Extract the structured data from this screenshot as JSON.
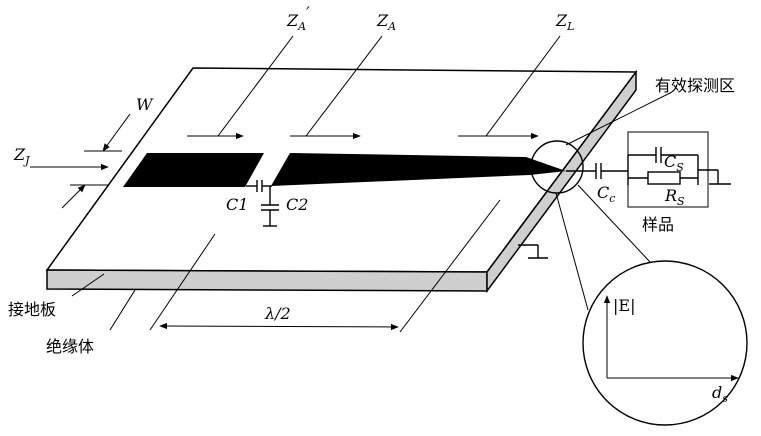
{
  "labels": {
    "z_a_prime": "Z",
    "z_a_prime_sub": "A",
    "z_a_prime_mark": "′",
    "z_a": "Z",
    "z_a_sub": "A",
    "z_l": "Z",
    "z_l_sub": "L",
    "z_j": "Z",
    "z_j_sub": "J",
    "w": "W",
    "c1": "C1",
    "c2": "C2",
    "cc": "C",
    "cc_sub": "c",
    "cs": "C",
    "cs_sub": "S",
    "rs": "R",
    "rs_sub": "S",
    "half_lambda": "λ/2",
    "e_field": "|E|",
    "ds": "d",
    "ds_sub": "s"
  },
  "callouts": {
    "detect_zone": "有效探测区",
    "sample": "样品",
    "ground_plate": "接地板",
    "insulator": "绝缘体"
  },
  "colors": {
    "line": "#000000",
    "substrate_side": "#cfcfcf",
    "strip": "#000000"
  }
}
